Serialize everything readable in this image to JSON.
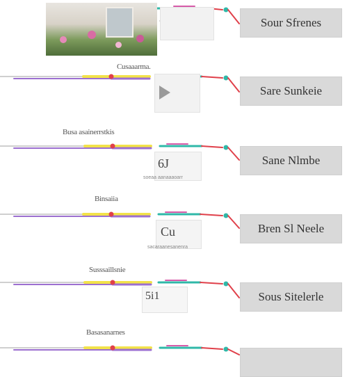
{
  "rows": [
    {
      "caption": "",
      "thumb_text": "",
      "thumb_sub": "",
      "label": "Sour Sfrenes"
    },
    {
      "caption": "Cusaaarma.",
      "thumb_text": "",
      "thumb_sub": "",
      "label": "Sare Sunkeie"
    },
    {
      "caption": "Busa asainerrstkis",
      "thumb_text": "6J",
      "thumb_sub": "soeaa aanaaaoarr",
      "label": "Sane Nlmbe"
    },
    {
      "caption": "Binsaiia",
      "thumb_text": "Cu",
      "thumb_sub": "sacaraanesanenra",
      "label": "Bren Sl Neele"
    },
    {
      "caption": "Susssaillsnie",
      "thumb_text": "5i1",
      "thumb_sub": "",
      "label": "Sous Sitelerle"
    },
    {
      "caption": "Basasanarnes",
      "thumb_text": "",
      "thumb_sub": "",
      "label": ""
    }
  ],
  "colors": {
    "yellow": "#f2e24a",
    "purple": "#9c6fd0",
    "red": "#e0404a",
    "teal": "#2fb8a8",
    "magenta": "#d65aa8",
    "gray": "#cfcfcf"
  }
}
